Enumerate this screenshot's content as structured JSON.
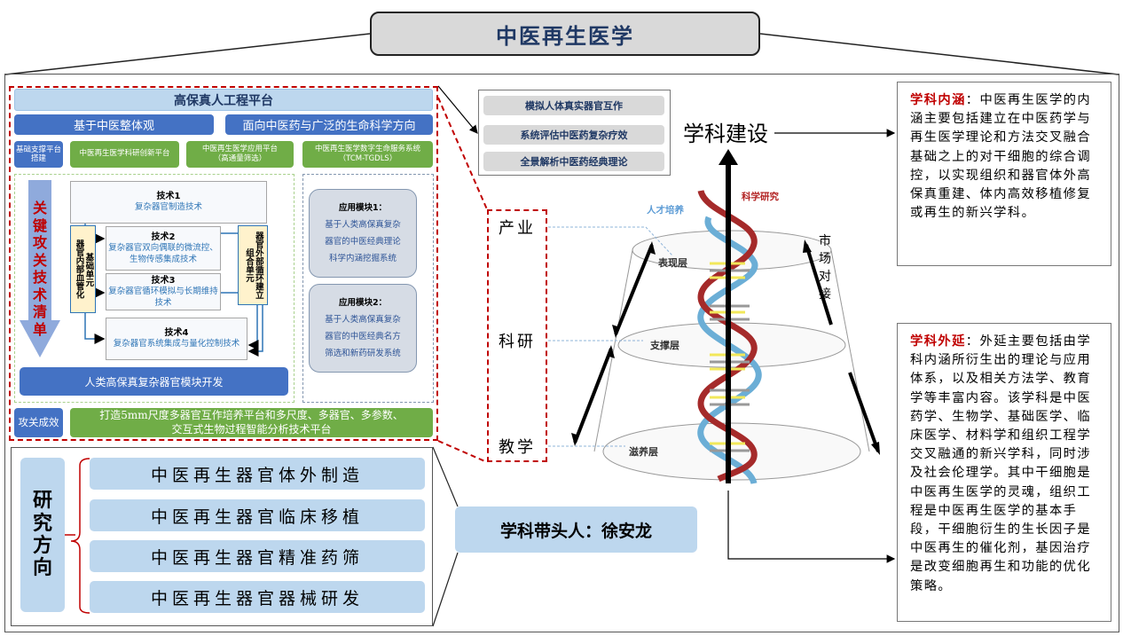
{
  "title": "中医再生医学",
  "platform": {
    "title": "高保真人工程平台",
    "directions": [
      "基于中医整体观",
      "面向中医药与广泛的生命科学方向"
    ],
    "base_label": "基础支撑平台搭建",
    "subplatforms": [
      {
        "line1": "中医再生医学科研创新平台",
        "line2": ""
      },
      {
        "line1": "中医再生医学应用平台",
        "line2": "（高通量筛选）"
      },
      {
        "line1": "中医再生医学数字生命服务系统",
        "line2": "（TCM-TGDLS）"
      }
    ],
    "key_tech_label": "关键攻关技术清单",
    "technologies": [
      {
        "title": "技术1",
        "desc": "复杂器官制造技术"
      },
      {
        "title": "技术2",
        "desc": "复杂器官双向偶联的微流控、生物传感集成技术"
      },
      {
        "title": "技术3",
        "desc": "复杂器官循环模拟与长期维持技术"
      },
      {
        "title": "技术4",
        "desc": "复杂器官系统集成与量化控制技术"
      }
    ],
    "unit_left": {
      "col1": "基础单元",
      "col2": "器官内部血管化"
    },
    "unit_right": {
      "col1": "器官外部循环建立",
      "col2": "组合单元"
    },
    "module_dev": "人类高保真复杂器官模块开发",
    "applications": [
      {
        "title": "应用模块1：",
        "desc": [
          "基于人类高保真复杂",
          "器官的中医经典理论",
          "科学内涵挖掘系统"
        ]
      },
      {
        "title": "应用模块2：",
        "desc": [
          "基于人类高保真复杂",
          "器官的中医经典名方",
          "筛选和新药研发系统"
        ]
      }
    ],
    "result_tag": "攻关成效",
    "result_text_line1": "打造5mm尺度多器官互作培养平台和多尺度、多器官、多参数、",
    "result_text_line2": "交互式生物过程智能分析技术平台"
  },
  "features": [
    "模拟人体真实器官互作",
    "系统评估中医药复杂疗效",
    "全景解析中医药经典理论"
  ],
  "research": {
    "label": "研究方向",
    "items": [
      "中医再生器官体外制造",
      "中医再生器官临床移植",
      "中医再生器官精准药筛",
      "中医再生器官器械研发"
    ]
  },
  "leader": "学科带头人：徐安龙",
  "diagram": {
    "build_label": "学科建设",
    "domains": [
      "产业",
      "科研",
      "教学"
    ],
    "layers": [
      "表现层",
      "支撑层",
      "滋养层"
    ],
    "strand_talent": "人才培养",
    "strand_research": "科学研究",
    "market": "市场对接",
    "colors": {
      "talent": "#5b9bd5",
      "research": "#b22222",
      "accent_red": "#c00000"
    }
  },
  "connotation": {
    "heading": "学科内涵",
    "text": "：中医再生医学的内涵主要包括建立在中医药学与再生医学理论和方法交叉融合基础之上的对干细胞的综合调控，以实现组织和器官体外高保真重建、体内高效移植修复或再生的新兴学科。"
  },
  "extension": {
    "heading": "学科外延",
    "text": "：外延主要包括由学科内涵所衍生出的理论与应用体系，以及相关方法学、教育学等丰富内容。该学科是中医药学、生物学、基础医学、临床医学、材料学和组织工程学交叉融通的新兴学科，同时涉及社会伦理学。其中干细胞是中医再生医学的灵魂，组织工程是中医再生医学的基本手段，干细胞衍生的生长因子是中医再生的催化剂，基因治疗是改变细胞再生和功能的优化策略。"
  }
}
